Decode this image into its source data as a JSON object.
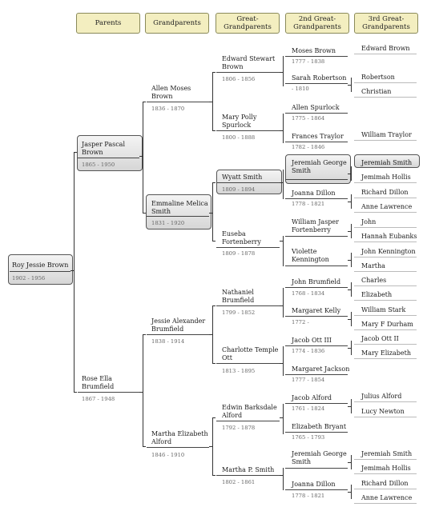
{
  "headers": [
    "Parents",
    "Grandparents",
    "Great-\nGrandparents",
    "2nd Great-\nGrandparents",
    "3rd Great-\nGrandparents"
  ],
  "people": {
    "roy": {
      "name": "Roy Jessie Brown",
      "dates": "1902 - 1956"
    },
    "jasper": {
      "name": "Jasper Pascal\nBrown",
      "dates": "1865 - 1950"
    },
    "rose": {
      "name": "Rose Ella\nBrumfield",
      "dates": "1867 - 1948"
    },
    "allen_moses": {
      "name": "Allen Moses\nBrown",
      "dates": "1836 - 1870"
    },
    "emmaline": {
      "name": "Emmaline Melica\nSmith",
      "dates": "1831 - 1920"
    },
    "jessie_alex": {
      "name": "Jessie Alexander\nBrumfield",
      "dates": "1838 - 1914"
    },
    "martha_eliz_alford": {
      "name": "Martha Elizabeth\nAlford",
      "dates": "1846 - 1910"
    },
    "edward_stewart": {
      "name": "Edward Stewart\nBrown",
      "dates": "1806 - 1856"
    },
    "mary_polly": {
      "name": "Mary Polly\nSpurlock",
      "dates": "1800 - 1888"
    },
    "wyatt": {
      "name": "Wyatt Smith",
      "dates": "1809 - 1894"
    },
    "euseba": {
      "name": "Euseba\nFortenberry",
      "dates": "1809 - 1878"
    },
    "nathaniel": {
      "name": "Nathaniel\nBrumfield",
      "dates": "1799 - 1852"
    },
    "charlotte": {
      "name": "Charlotte Temple\nOtt",
      "dates": "1813 - 1895"
    },
    "edwin": {
      "name": "Edwin Barksdale\nAlford",
      "dates": "1792 - 1878"
    },
    "martha_p": {
      "name": "Martha P. Smith",
      "dates": "1802 - 1861"
    },
    "moses": {
      "name": "Moses Brown",
      "dates": "1777 - 1838"
    },
    "sarah": {
      "name": "Sarah Robertson",
      "dates": "- 1810"
    },
    "allen_sp": {
      "name": "Allen Spurlock",
      "dates": "1775 - 1864"
    },
    "frances": {
      "name": "Frances Traylor",
      "dates": "1782 - 1846"
    },
    "jeremiah_g1": {
      "name": "Jeremiah George\nSmith",
      "dates": ""
    },
    "joanna1": {
      "name": "Joanna Dillon",
      "dates": "1778 - 1821"
    },
    "william_jasper": {
      "name": "William Jasper\nFortenberry",
      "dates": ""
    },
    "violette": {
      "name": "Violette\nKennington",
      "dates": ""
    },
    "john_brum": {
      "name": "John Brumfield",
      "dates": "1768 - 1834"
    },
    "margaret_kelly": {
      "name": "Margaret Kelly",
      "dates": "1772 -"
    },
    "jacob_ott": {
      "name": "Jacob Ott III",
      "dates": "1774 - 1836"
    },
    "margaret_jackson": {
      "name": "Margaret Jackson",
      "dates": "1777 - 1854"
    },
    "jacob_alford": {
      "name": "Jacob Alford",
      "dates": "1761 - 1824"
    },
    "elizabeth_bryant": {
      "name": "Elizabeth Bryant",
      "dates": "1765 - 1793"
    },
    "jeremiah_g2": {
      "name": "Jeremiah George\nSmith",
      "dates": ""
    },
    "joanna2": {
      "name": "Joanna Dillon",
      "dates": "1778 - 1821"
    }
  },
  "third_great": [
    "Edward Brown",
    "Robertson",
    "Christian",
    "William Traylor",
    "Jeremiah Smith",
    "Jemimah Hollis",
    "Richard Dillon",
    "Anne Lawrence",
    "John",
    "Hannah Eubanks",
    "John Kennington",
    "Martha",
    "Charles",
    "Elizabeth",
    "William Stark",
    "Mary F Durham",
    "Jacob Ott II",
    "Mary Elizabeth",
    "Julius Alford",
    "Lucy Newton",
    "Jeremiah Smith",
    "Jemimah Hollis",
    "Richard Dillon",
    "Anne Lawrence"
  ]
}
